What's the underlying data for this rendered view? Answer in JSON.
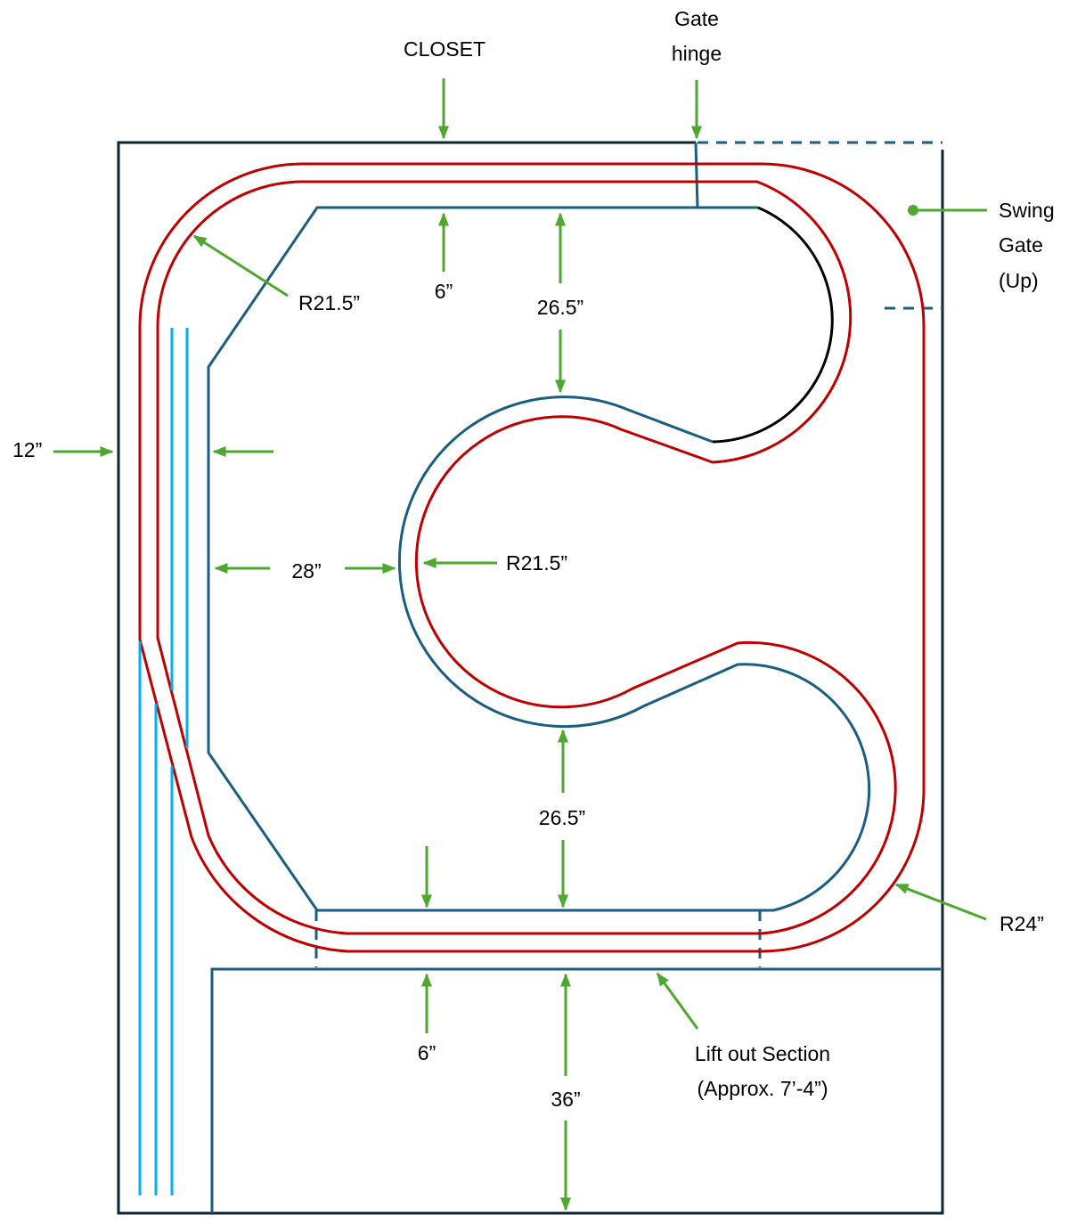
{
  "labels": {
    "closet": "CLOSET",
    "gate_hinge_1": "Gate",
    "gate_hinge_2": "hinge",
    "swing_gate_1": "Swing",
    "swing_gate_2": "Gate",
    "swing_gate_3": "(Up)",
    "radius_top_left": "R21.5”",
    "top_clearance": "6”",
    "upper_gap": "26.5”",
    "left_shelf": "12”",
    "aisle_width": "28”",
    "radius_middle": "R21.5”",
    "lower_gap": "26.5”",
    "bottom_clearance": "6”",
    "lift_out_depth": "36”",
    "lift_out_1": "Lift out Section",
    "lift_out_2": "(Approx. 7’-4”)",
    "radius_outer": "R24”"
  },
  "colors": {
    "track": "#c00000",
    "benchwork": "#1a5e82",
    "frame": "#0d2633",
    "spur": "#00b0f0",
    "dimension": "#4ea72e",
    "gate_edge": "#000000"
  }
}
